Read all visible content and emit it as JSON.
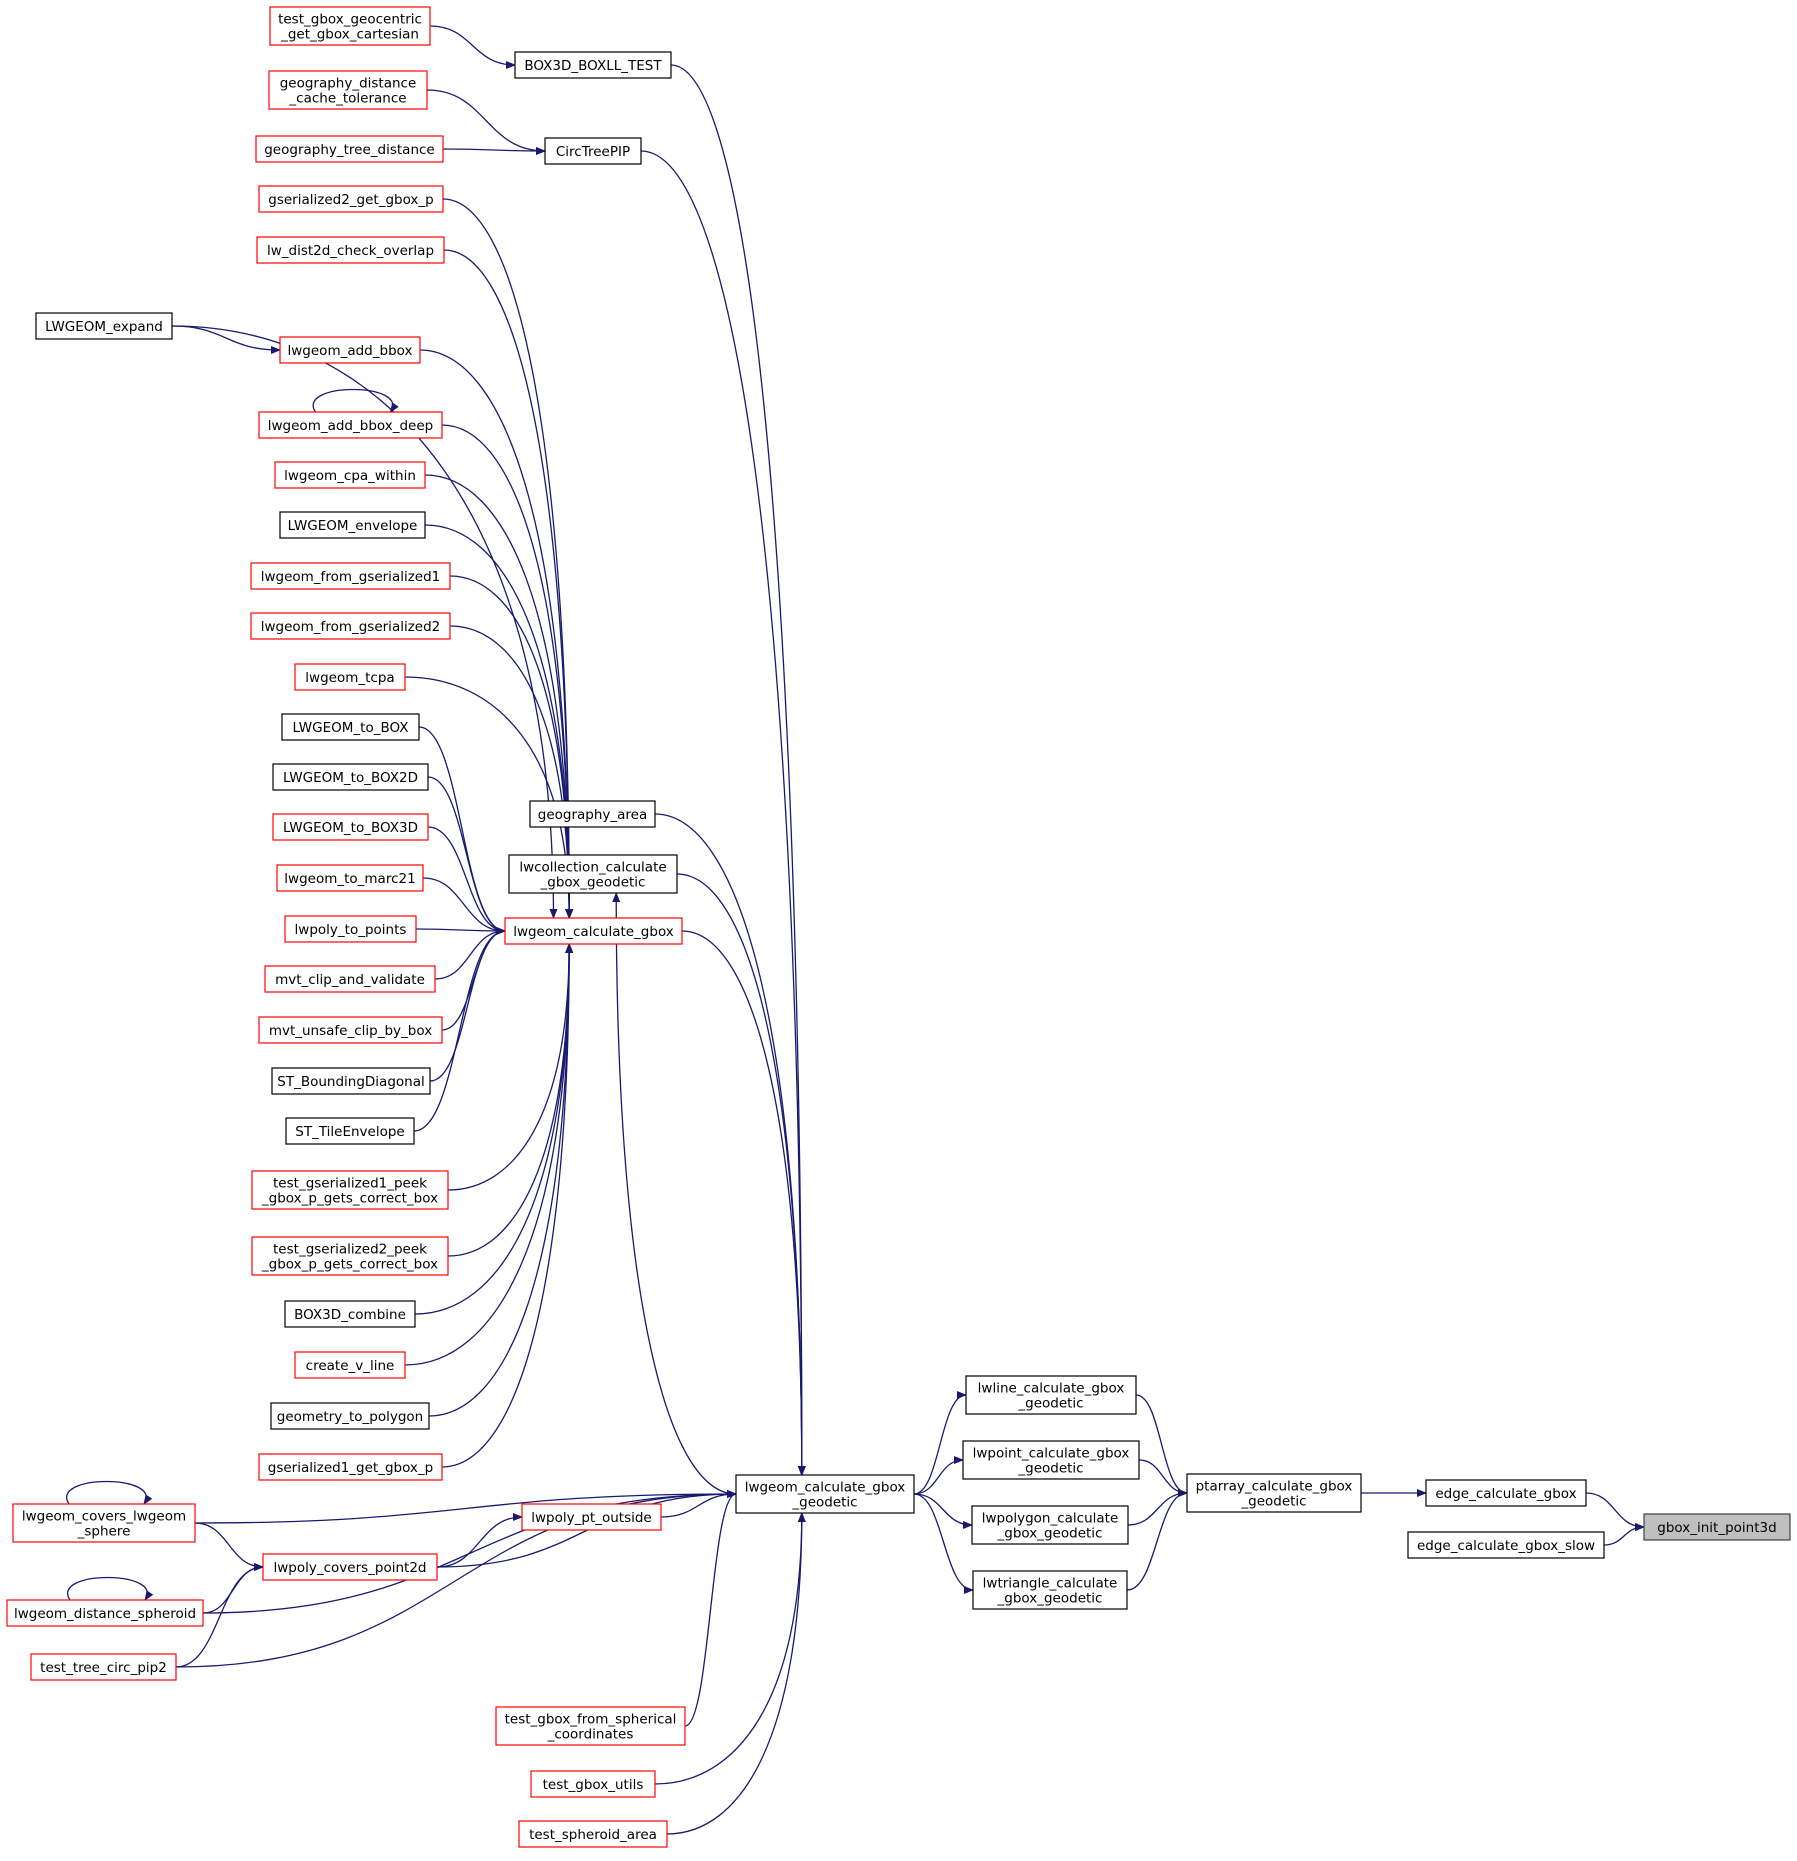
{
  "graph": {
    "nodes": [
      {
        "id": "gbox_init_point3d",
        "label": [
          "gbox_init_point3d"
        ],
        "border": "gray",
        "interactive": false
      },
      {
        "id": "edge_calculate_gbox",
        "label": [
          "edge_calculate_gbox"
        ],
        "border": "black",
        "interactive": true
      },
      {
        "id": "edge_calculate_gbox_slow",
        "label": [
          "edge_calculate_gbox_slow"
        ],
        "border": "black",
        "interactive": true
      },
      {
        "id": "ptarray_calculate_gbox_geodetic",
        "label": [
          "ptarray_calculate_gbox",
          "_geodetic"
        ],
        "border": "black",
        "interactive": true
      },
      {
        "id": "lwline_calculate_gbox_geodetic",
        "label": [
          "lwline_calculate_gbox",
          "_geodetic"
        ],
        "border": "black",
        "interactive": true
      },
      {
        "id": "lwpoint_calculate_gbox_geodetic",
        "label": [
          "lwpoint_calculate_gbox",
          "_geodetic"
        ],
        "border": "black",
        "interactive": true
      },
      {
        "id": "lwpolygon_calculate_gbox_geodetic",
        "label": [
          "lwpolygon_calculate",
          "_gbox_geodetic"
        ],
        "border": "black",
        "interactive": true
      },
      {
        "id": "lwtriangle_calculate_gbox_geodetic",
        "label": [
          "lwtriangle_calculate",
          "_gbox_geodetic"
        ],
        "border": "black",
        "interactive": true
      },
      {
        "id": "lwgeom_calculate_gbox_geodetic",
        "label": [
          "lwgeom_calculate_gbox",
          "_geodetic"
        ],
        "border": "black",
        "interactive": true
      },
      {
        "id": "BOX3D_BOXLL_TEST",
        "label": [
          "BOX3D_BOXLL_TEST"
        ],
        "border": "black",
        "interactive": true
      },
      {
        "id": "test_gbox_geocentric_get_gbox_cartesian",
        "label": [
          "test_gbox_geocentric",
          "_get_gbox_cartesian"
        ],
        "border": "red",
        "interactive": true
      },
      {
        "id": "CircTreePIP",
        "label": [
          "CircTreePIP"
        ],
        "border": "black",
        "interactive": true
      },
      {
        "id": "geography_distance_cache_tolerance",
        "label": [
          "geography_distance",
          "_cache_tolerance"
        ],
        "border": "red",
        "interactive": true
      },
      {
        "id": "geography_tree_distance",
        "label": [
          "geography_tree_distance"
        ],
        "border": "red",
        "interactive": true
      },
      {
        "id": "geography_area",
        "label": [
          "geography_area"
        ],
        "border": "black",
        "interactive": true
      },
      {
        "id": "lwcollection_calculate_gbox_geodetic",
        "label": [
          "lwcollection_calculate",
          "_gbox_geodetic"
        ],
        "border": "black",
        "interactive": true
      },
      {
        "id": "lwgeom_calculate_gbox",
        "label": [
          "lwgeom_calculate_gbox"
        ],
        "border": "red",
        "interactive": true
      },
      {
        "id": "gserialized2_get_gbox_p",
        "label": [
          "gserialized2_get_gbox_p"
        ],
        "border": "red",
        "interactive": true
      },
      {
        "id": "lw_dist2d_check_overlap",
        "label": [
          "lw_dist2d_check_overlap"
        ],
        "border": "red",
        "interactive": true
      },
      {
        "id": "LWGEOM_expand",
        "label": [
          "LWGEOM_expand"
        ],
        "border": "black",
        "interactive": true
      },
      {
        "id": "lwgeom_add_bbox",
        "label": [
          "lwgeom_add_bbox"
        ],
        "border": "red",
        "interactive": true
      },
      {
        "id": "lwgeom_add_bbox_deep",
        "label": [
          "lwgeom_add_bbox_deep"
        ],
        "border": "red",
        "interactive": true
      },
      {
        "id": "lwgeom_cpa_within",
        "label": [
          "lwgeom_cpa_within"
        ],
        "border": "red",
        "interactive": true
      },
      {
        "id": "LWGEOM_envelope",
        "label": [
          "LWGEOM_envelope"
        ],
        "border": "black",
        "interactive": true
      },
      {
        "id": "lwgeom_from_gserialized1",
        "label": [
          "lwgeom_from_gserialized1"
        ],
        "border": "red",
        "interactive": true
      },
      {
        "id": "lwgeom_from_gserialized2",
        "label": [
          "lwgeom_from_gserialized2"
        ],
        "border": "red",
        "interactive": true
      },
      {
        "id": "lwgeom_tcpa",
        "label": [
          "lwgeom_tcpa"
        ],
        "border": "red",
        "interactive": true
      },
      {
        "id": "LWGEOM_to_BOX",
        "label": [
          "LWGEOM_to_BOX"
        ],
        "border": "black",
        "interactive": true
      },
      {
        "id": "LWGEOM_to_BOX2D",
        "label": [
          "LWGEOM_to_BOX2D"
        ],
        "border": "black",
        "interactive": true
      },
      {
        "id": "LWGEOM_to_BOX3D",
        "label": [
          "LWGEOM_to_BOX3D"
        ],
        "border": "red",
        "interactive": true
      },
      {
        "id": "lwgeom_to_marc21",
        "label": [
          "lwgeom_to_marc21"
        ],
        "border": "red",
        "interactive": true
      },
      {
        "id": "lwpoly_to_points",
        "label": [
          "lwpoly_to_points"
        ],
        "border": "red",
        "interactive": true
      },
      {
        "id": "mvt_clip_and_validate",
        "label": [
          "mvt_clip_and_validate"
        ],
        "border": "red",
        "interactive": true
      },
      {
        "id": "mvt_unsafe_clip_by_box",
        "label": [
          "mvt_unsafe_clip_by_box"
        ],
        "border": "red",
        "interactive": true
      },
      {
        "id": "ST_BoundingDiagonal",
        "label": [
          "ST_BoundingDiagonal"
        ],
        "border": "black",
        "interactive": true
      },
      {
        "id": "ST_TileEnvelope",
        "label": [
          "ST_TileEnvelope"
        ],
        "border": "black",
        "interactive": true
      },
      {
        "id": "test_gserialized1_peek_gbox_p_gets_correct_box",
        "label": [
          "test_gserialized1_peek",
          "_gbox_p_gets_correct_box"
        ],
        "border": "red",
        "interactive": true
      },
      {
        "id": "test_gserialized2_peek_gbox_p_gets_correct_box",
        "label": [
          "test_gserialized2_peek",
          "_gbox_p_gets_correct_box"
        ],
        "border": "red",
        "interactive": true
      },
      {
        "id": "BOX3D_combine",
        "label": [
          "BOX3D_combine"
        ],
        "border": "black",
        "interactive": true
      },
      {
        "id": "create_v_line",
        "label": [
          "create_v_line"
        ],
        "border": "red",
        "interactive": true
      },
      {
        "id": "geometry_to_polygon",
        "label": [
          "geometry_to_polygon"
        ],
        "border": "black",
        "interactive": true
      },
      {
        "id": "gserialized1_get_gbox_p",
        "label": [
          "gserialized1_get_gbox_p"
        ],
        "border": "red",
        "interactive": true
      },
      {
        "id": "lwgeom_covers_lwgeom_sphere",
        "label": [
          "lwgeom_covers_lwgeom",
          "_sphere"
        ],
        "border": "red",
        "interactive": true
      },
      {
        "id": "lwpoly_pt_outside",
        "label": [
          "lwpoly_pt_outside"
        ],
        "border": "red",
        "interactive": true
      },
      {
        "id": "lwpoly_covers_point2d",
        "label": [
          "lwpoly_covers_point2d"
        ],
        "border": "red",
        "interactive": true
      },
      {
        "id": "lwgeom_distance_spheroid",
        "label": [
          "lwgeom_distance_spheroid"
        ],
        "border": "red",
        "interactive": true
      },
      {
        "id": "test_tree_circ_pip2",
        "label": [
          "test_tree_circ_pip2"
        ],
        "border": "red",
        "interactive": true
      },
      {
        "id": "test_gbox_from_spherical_coordinates",
        "label": [
          "test_gbox_from_spherical",
          "_coordinates"
        ],
        "border": "red",
        "interactive": true
      },
      {
        "id": "test_gbox_utils",
        "label": [
          "test_gbox_utils"
        ],
        "border": "red",
        "interactive": true
      },
      {
        "id": "test_spheroid_area",
        "label": [
          "test_spheroid_area"
        ],
        "border": "red",
        "interactive": true
      }
    ],
    "edges": [
      [
        "edge_calculate_gbox",
        "gbox_init_point3d"
      ],
      [
        "edge_calculate_gbox_slow",
        "gbox_init_point3d"
      ],
      [
        "ptarray_calculate_gbox_geodetic",
        "edge_calculate_gbox"
      ],
      [
        "lwline_calculate_gbox_geodetic",
        "ptarray_calculate_gbox_geodetic"
      ],
      [
        "lwpoint_calculate_gbox_geodetic",
        "ptarray_calculate_gbox_geodetic"
      ],
      [
        "lwpolygon_calculate_gbox_geodetic",
        "ptarray_calculate_gbox_geodetic"
      ],
      [
        "lwtriangle_calculate_gbox_geodetic",
        "ptarray_calculate_gbox_geodetic"
      ],
      [
        "lwgeom_calculate_gbox_geodetic",
        "lwline_calculate_gbox_geodetic"
      ],
      [
        "lwgeom_calculate_gbox_geodetic",
        "lwpoint_calculate_gbox_geodetic"
      ],
      [
        "lwgeom_calculate_gbox_geodetic",
        "lwpolygon_calculate_gbox_geodetic"
      ],
      [
        "lwgeom_calculate_gbox_geodetic",
        "lwtriangle_calculate_gbox_geodetic"
      ],
      [
        "BOX3D_BOXLL_TEST",
        "lwgeom_calculate_gbox_geodetic"
      ],
      [
        "test_gbox_geocentric_get_gbox_cartesian",
        "BOX3D_BOXLL_TEST"
      ],
      [
        "CircTreePIP",
        "lwgeom_calculate_gbox_geodetic"
      ],
      [
        "geography_distance_cache_tolerance",
        "CircTreePIP"
      ],
      [
        "geography_tree_distance",
        "CircTreePIP"
      ],
      [
        "geography_area",
        "lwgeom_calculate_gbox_geodetic"
      ],
      [
        "lwcollection_calculate_gbox_geodetic",
        "lwgeom_calculate_gbox_geodetic"
      ],
      [
        "lwgeom_calculate_gbox_geodetic",
        "lwcollection_calculate_gbox_geodetic"
      ],
      [
        "lwgeom_calculate_gbox",
        "lwgeom_calculate_gbox_geodetic"
      ],
      [
        "gserialized2_get_gbox_p",
        "lwgeom_calculate_gbox"
      ],
      [
        "lw_dist2d_check_overlap",
        "lwgeom_calculate_gbox"
      ],
      [
        "LWGEOM_expand",
        "lwgeom_calculate_gbox"
      ],
      [
        "LWGEOM_expand",
        "lwgeom_add_bbox"
      ],
      [
        "lwgeom_add_bbox",
        "lwgeom_calculate_gbox"
      ],
      [
        "lwgeom_add_bbox_deep",
        "lwgeom_add_bbox_deep"
      ],
      [
        "lwgeom_add_bbox_deep",
        "lwgeom_calculate_gbox"
      ],
      [
        "lwgeom_cpa_within",
        "lwgeom_calculate_gbox"
      ],
      [
        "LWGEOM_envelope",
        "lwgeom_calculate_gbox"
      ],
      [
        "lwgeom_from_gserialized1",
        "lwgeom_calculate_gbox"
      ],
      [
        "lwgeom_from_gserialized2",
        "lwgeom_calculate_gbox"
      ],
      [
        "lwgeom_tcpa",
        "lwgeom_calculate_gbox"
      ],
      [
        "LWGEOM_to_BOX",
        "lwgeom_calculate_gbox"
      ],
      [
        "LWGEOM_to_BOX2D",
        "lwgeom_calculate_gbox"
      ],
      [
        "LWGEOM_to_BOX3D",
        "lwgeom_calculate_gbox"
      ],
      [
        "lwgeom_to_marc21",
        "lwgeom_calculate_gbox"
      ],
      [
        "lwpoly_to_points",
        "lwgeom_calculate_gbox"
      ],
      [
        "mvt_clip_and_validate",
        "lwgeom_calculate_gbox"
      ],
      [
        "mvt_unsafe_clip_by_box",
        "lwgeom_calculate_gbox"
      ],
      [
        "ST_BoundingDiagonal",
        "lwgeom_calculate_gbox"
      ],
      [
        "ST_TileEnvelope",
        "lwgeom_calculate_gbox"
      ],
      [
        "test_gserialized1_peek_gbox_p_gets_correct_box",
        "lwgeom_calculate_gbox"
      ],
      [
        "test_gserialized2_peek_gbox_p_gets_correct_box",
        "lwgeom_calculate_gbox"
      ],
      [
        "BOX3D_combine",
        "lwgeom_calculate_gbox"
      ],
      [
        "create_v_line",
        "lwgeom_calculate_gbox"
      ],
      [
        "geometry_to_polygon",
        "lwgeom_calculate_gbox"
      ],
      [
        "gserialized1_get_gbox_p",
        "lwgeom_calculate_gbox"
      ],
      [
        "lwgeom_covers_lwgeom_sphere",
        "lwgeom_covers_lwgeom_sphere"
      ],
      [
        "lwgeom_covers_lwgeom_sphere",
        "lwgeom_calculate_gbox_geodetic"
      ],
      [
        "lwgeom_covers_lwgeom_sphere",
        "lwpoly_covers_point2d"
      ],
      [
        "lwpoly_pt_outside",
        "lwgeom_calculate_gbox_geodetic"
      ],
      [
        "lwpoly_covers_point2d",
        "lwpoly_pt_outside"
      ],
      [
        "lwpoly_covers_point2d",
        "lwgeom_calculate_gbox_geodetic"
      ],
      [
        "lwgeom_distance_spheroid",
        "lwgeom_distance_spheroid"
      ],
      [
        "lwgeom_distance_spheroid",
        "lwpoly_covers_point2d"
      ],
      [
        "lwgeom_distance_spheroid",
        "lwgeom_calculate_gbox_geodetic"
      ],
      [
        "test_tree_circ_pip2",
        "lwpoly_covers_point2d"
      ],
      [
        "test_tree_circ_pip2",
        "lwgeom_calculate_gbox_geodetic"
      ],
      [
        "test_gbox_from_spherical_coordinates",
        "lwgeom_calculate_gbox_geodetic"
      ],
      [
        "test_gbox_utils",
        "lwgeom_calculate_gbox_geodetic"
      ],
      [
        "test_spheroid_area",
        "lwgeom_calculate_gbox_geodetic"
      ]
    ],
    "colors": {
      "edge": "#191970",
      "border_black": "#000000",
      "border_red": "#ff0000",
      "highlight_fill": "#bfbfbf"
    }
  }
}
